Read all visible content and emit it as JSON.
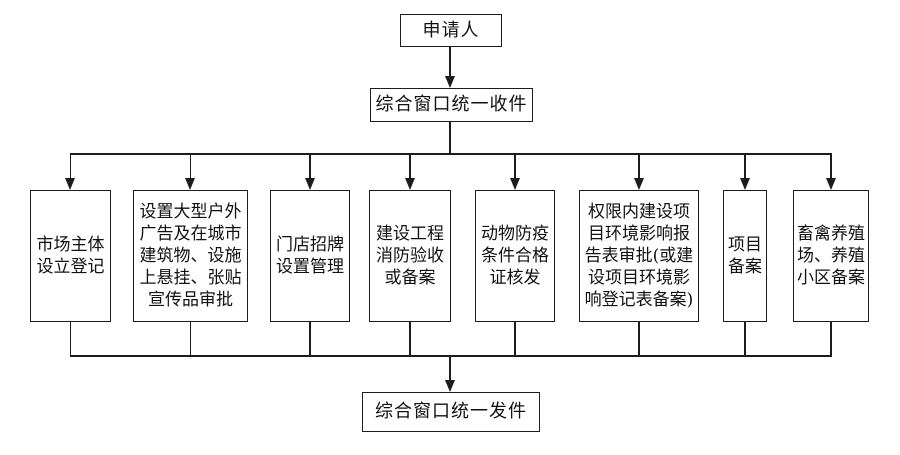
{
  "diagram": {
    "applicant": "申请人",
    "intake": "综合窗口统一收件",
    "dispatch": "综合窗口统一发件",
    "branches": [
      {
        "label": "市场主体\n设立登记"
      },
      {
        "label": "设置大型户外\n广告及在城市\n建筑物、设施\n上悬挂、张贴\n宣传品审批"
      },
      {
        "label": "门店招牌\n设置管理"
      },
      {
        "label": "建设工程\n消防验收\n或备案"
      },
      {
        "label": "动物防疫\n条件合格\n证核发"
      },
      {
        "label": "权限内建设项\n目环境影响报\n告表审批(或建\n设项目环境影\n响登记表备案)"
      },
      {
        "label": "项目\n备案"
      },
      {
        "label": "畜禽养殖\n场、养殖\n小区备案"
      }
    ]
  },
  "colors": {
    "line": "#1c1c1c",
    "background": "#ffffff",
    "text": "#111111"
  }
}
